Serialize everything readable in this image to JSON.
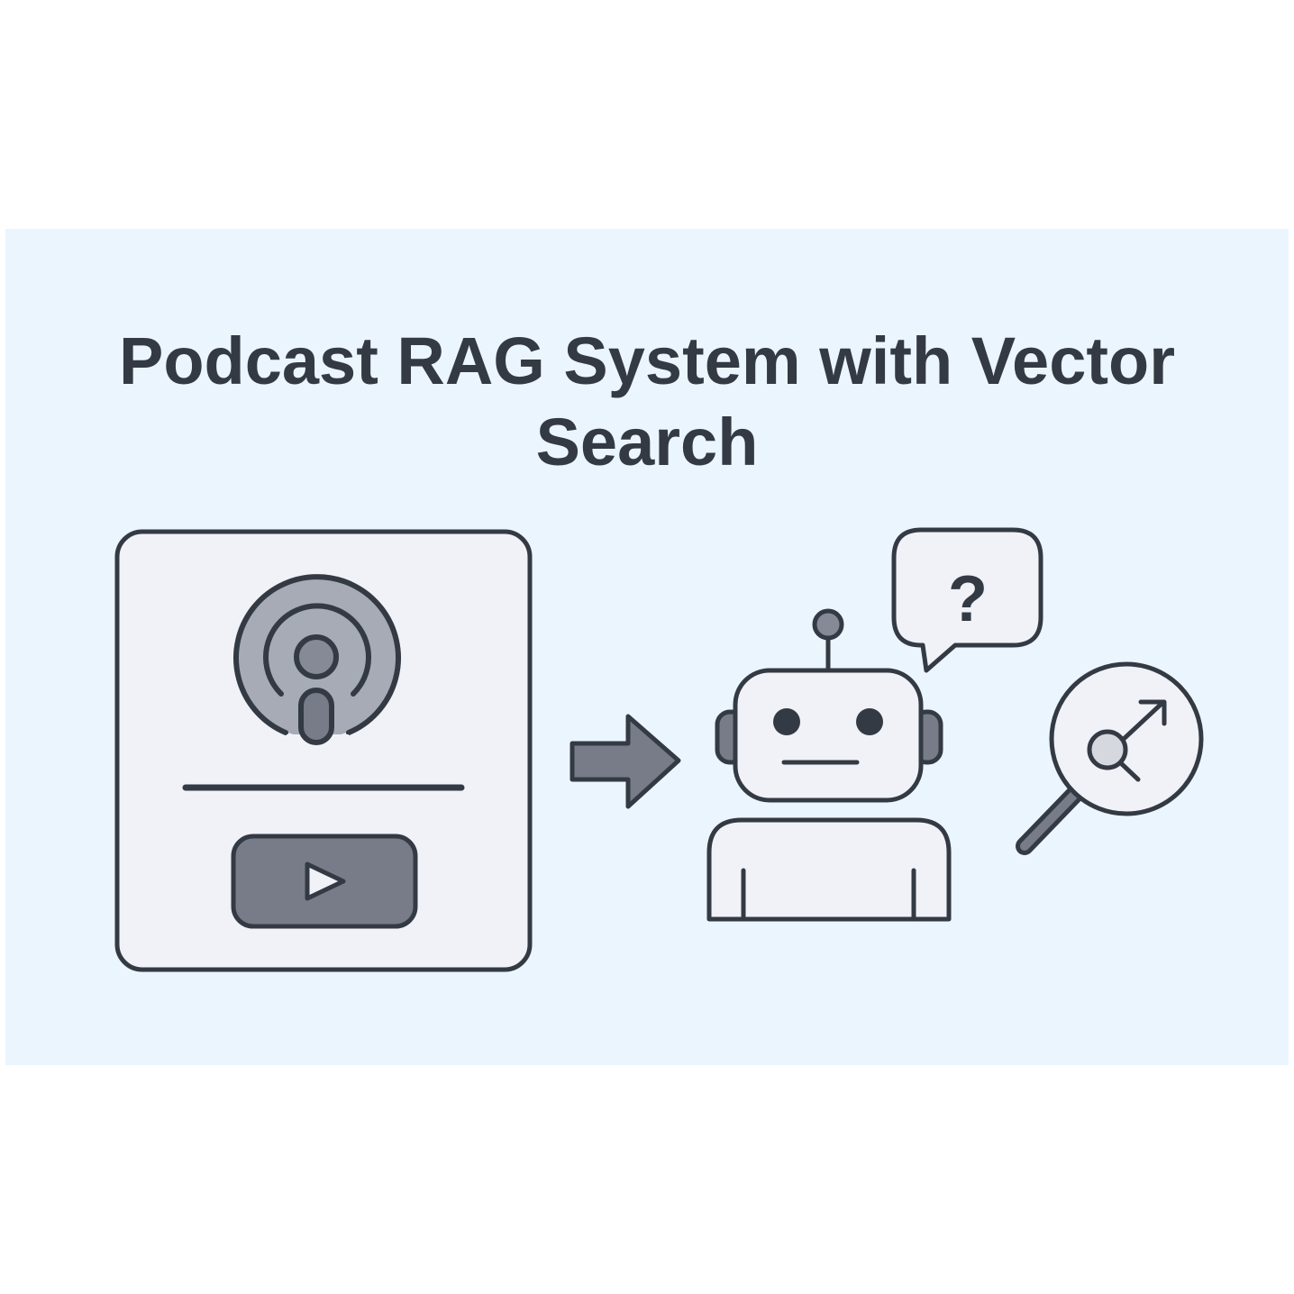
{
  "title": {
    "line1": "Podcast RAG System with Vector",
    "line2": "Search",
    "full": "Podcast RAG System with Vector Search"
  },
  "diagram": {
    "nodes": [
      {
        "id": "podcast-player",
        "label": "Podcast player card",
        "icons": [
          "podcast-icon",
          "progress-bar",
          "play-icon"
        ]
      },
      {
        "id": "flow-arrow",
        "label": "Arrow pointing right"
      },
      {
        "id": "robot",
        "label": "AI assistant robot",
        "speech_bubble": "?"
      },
      {
        "id": "vector-search",
        "label": "Magnifying glass with vector arrow",
        "icons": [
          "magnifier-icon",
          "vector-arrow-icon"
        ]
      }
    ],
    "speech_bubble_text": "?"
  },
  "colors": {
    "background": "#ffffff",
    "panel": "#ebf5fd",
    "outline": "#343a44",
    "card_fill": "#f0f2f7",
    "mid_gray": "#777c88",
    "light_gray": "#a6abb5",
    "dot_fill": "#d5d8de"
  }
}
